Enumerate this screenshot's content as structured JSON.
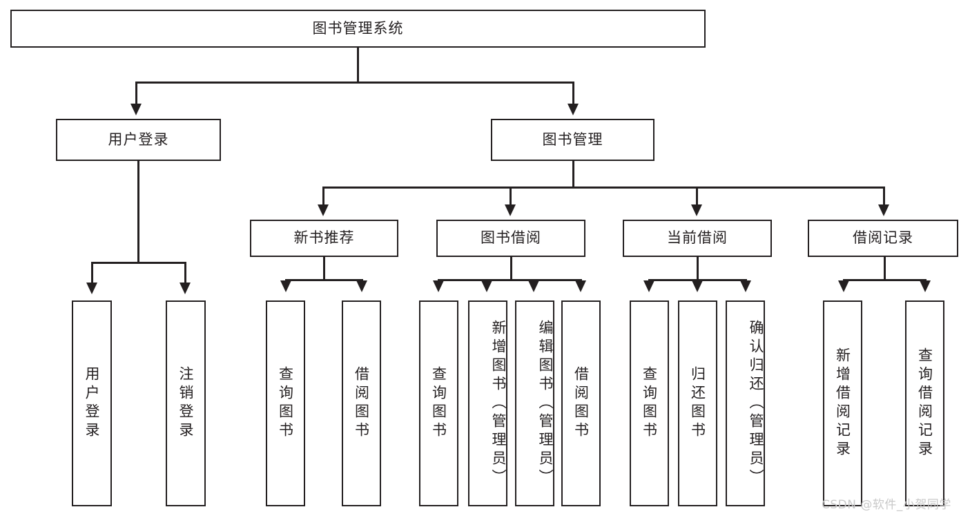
{
  "diagram": {
    "title_node": {
      "label": "图书管理系统"
    },
    "level2": [
      {
        "label": "用户登录"
      },
      {
        "label": "图书管理"
      }
    ],
    "level3": [
      {
        "label": "新书推荐"
      },
      {
        "label": "图书借阅"
      },
      {
        "label": "当前借阅"
      },
      {
        "label": "借阅记录"
      }
    ],
    "leaves": {
      "user_login": [
        {
          "label": "用户登录"
        },
        {
          "label": "注销登录"
        }
      ],
      "new_book_recommend": [
        {
          "label": "查询图书"
        },
        {
          "label": "借阅图书"
        }
      ],
      "book_borrow": [
        {
          "label": "查询图书"
        },
        {
          "label": "新增图书（管理员）"
        },
        {
          "label": "编辑图书（管理员）"
        },
        {
          "label": "借阅图书"
        }
      ],
      "current_borrow": [
        {
          "label": "查询图书"
        },
        {
          "label": "归还图书"
        },
        {
          "label": "确认归还（管理员）"
        }
      ],
      "borrow_record": [
        {
          "label": "新增借阅记录"
        },
        {
          "label": "查询借阅记录"
        }
      ]
    }
  },
  "watermark": {
    "text": "CSDN @软件_小贺同学"
  },
  "colors": {
    "stroke": "#231f20",
    "background": "#ffffff",
    "watermark": "#c9c9c9"
  }
}
